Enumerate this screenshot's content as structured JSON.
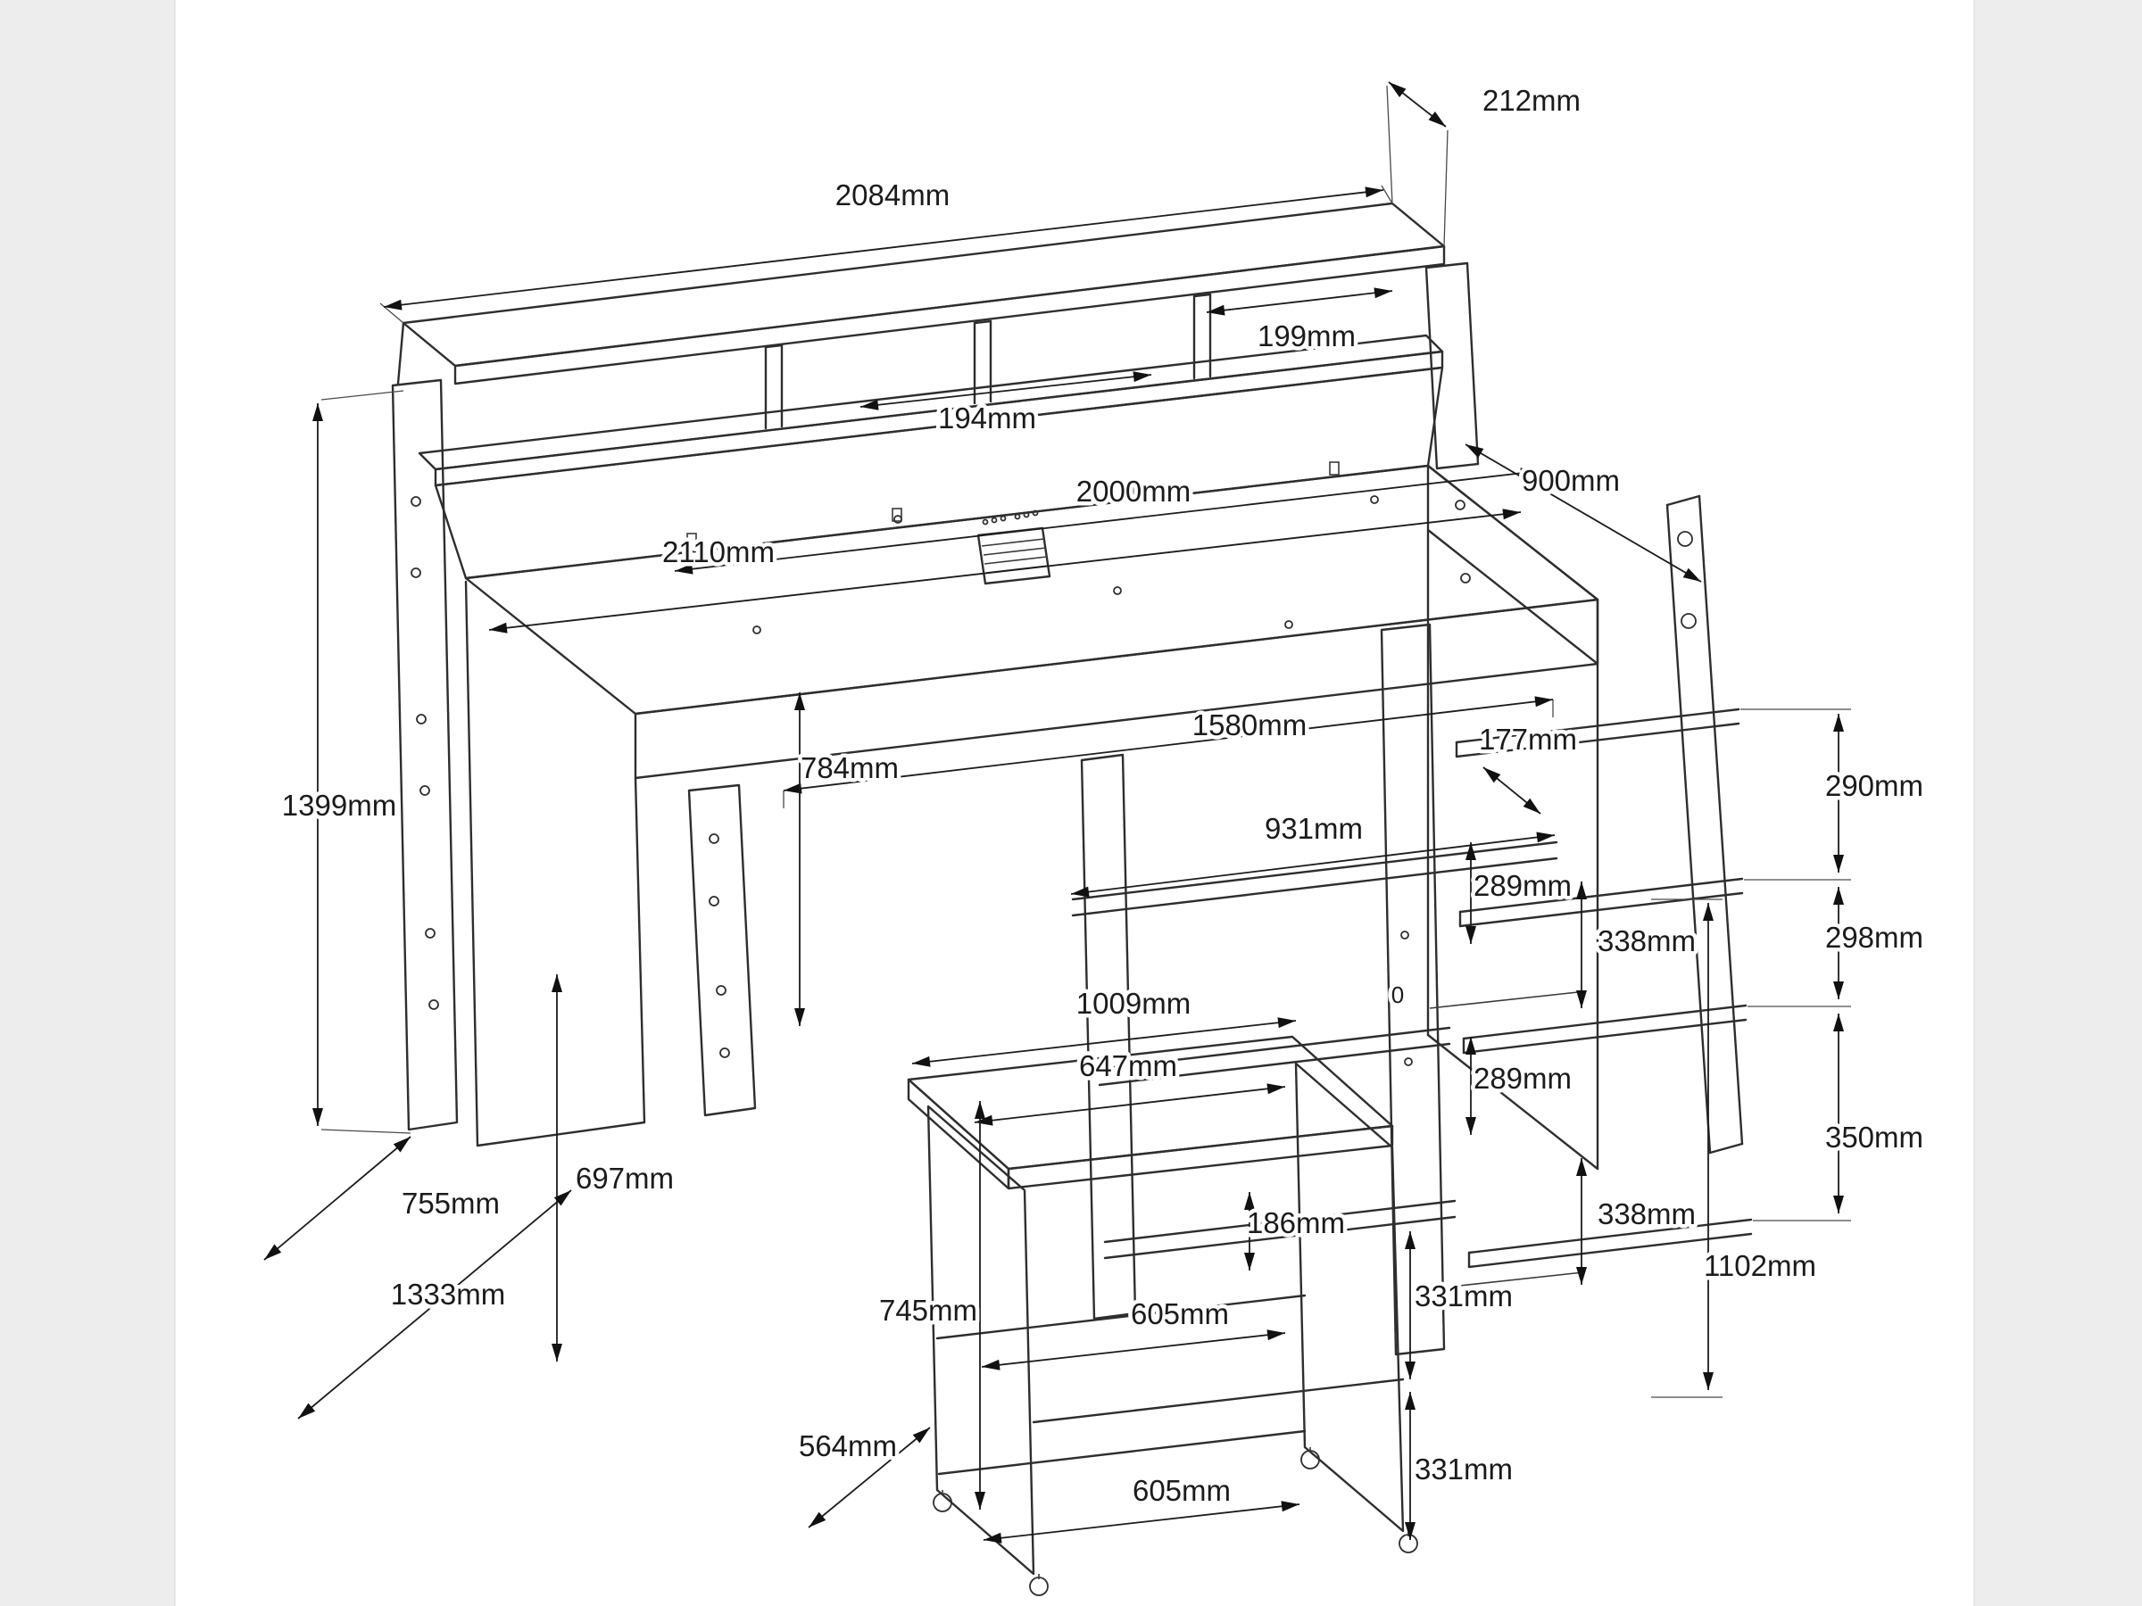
{
  "page": {
    "background": "#ffffff",
    "margin_color": "#ededed",
    "line_color": "#2e2e2e",
    "label_color": "#1b1b1b"
  },
  "drawing": {
    "type": "furniture-assembly-dimension-diagram",
    "units": "mm",
    "dims": {
      "d212": "212mm",
      "d2084": "2084mm",
      "d199": "199mm",
      "d194": "194mm",
      "d2000": "2000mm",
      "d900": "900mm",
      "d2110": "2110mm",
      "d1580": "1580mm",
      "d177": "177mm",
      "d784": "784mm",
      "d931": "931mm",
      "d289a": "289mm",
      "d289b": "289mm",
      "d338a": "338mm",
      "d338b": "338mm",
      "d290": "290mm",
      "d298": "298mm",
      "d350": "350mm",
      "d1102": "1102mm",
      "d1399": "1399mm",
      "d697": "697mm",
      "d755": "755mm",
      "d1333": "1333mm",
      "d1009": "1009mm",
      "d647": "647mm",
      "d745": "745mm",
      "d605a": "605mm",
      "d605b": "605mm",
      "d564": "564mm",
      "d186": "186mm",
      "d331a": "331mm",
      "d331b": "331mm",
      "zero": "0"
    }
  }
}
